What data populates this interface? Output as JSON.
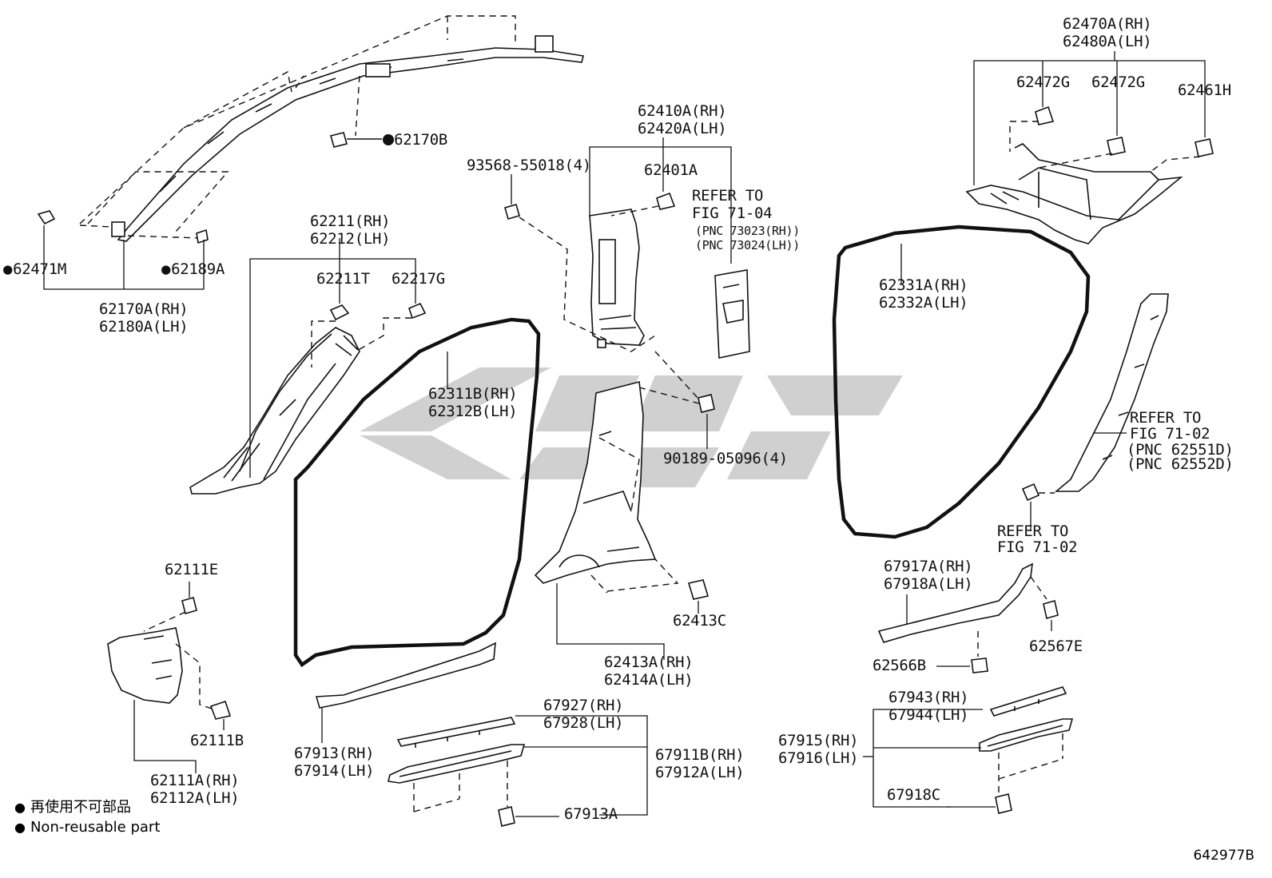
{
  "labels": {
    "l_62170B": "62170B",
    "l_62471M": "62471M",
    "l_62189A": "62189A",
    "l_62170A_rh": "62170A(RH)",
    "l_62180A_lh": "62180A(LH)",
    "l_62211_rh": "62211(RH)",
    "l_62212_lh": "62212(LH)",
    "l_62211T": "62211T",
    "l_62217G": "62217G",
    "l_93568": "93568-55018(4)",
    "l_62410A_rh": "62410A(RH)",
    "l_62420A_lh": "62420A(LH)",
    "l_62401A": "62401A",
    "l_refer_7104": "REFER TO",
    "l_fig_7104": "FIG 71-04",
    "l_pnc_73023": "(PNC 73023(RH))",
    "l_pnc_73024": "(PNC 73024(LH))",
    "l_62311B_rh": "62311B(RH)",
    "l_62312B_lh": "62312B(LH)",
    "l_90189": "90189-05096(4)",
    "l_62331A_rh": "62331A(RH)",
    "l_62332A_lh": "62332A(LH)",
    "l_62470A_rh": "62470A(RH)",
    "l_62480A_lh": "62480A(LH)",
    "l_62472G_a": "62472G",
    "l_62472G_b": "62472G",
    "l_62461H": "62461H",
    "l_refer_7102a": "REFER TO",
    "l_fig_7102a": "FIG 71-02",
    "l_pnc_62551D": "(PNC 62551D)",
    "l_pnc_62552D": "(PNC 62552D)",
    "l_refer_7102b": "REFER TO",
    "l_fig_7102b": "FIG 71-02",
    "l_62111E": "62111E",
    "l_62111B": "62111B",
    "l_62111A_rh": "62111A(RH)",
    "l_62112A_lh": "62112A(LH)",
    "l_62413C": "62413C",
    "l_62413A_rh": "62413A(RH)",
    "l_62414A_lh": "62414A(LH)",
    "l_67913_rh": "67913(RH)",
    "l_67914_lh": "67914(LH)",
    "l_67927_rh": "67927(RH)",
    "l_67928_lh": "67928(LH)",
    "l_67911B_rh": "67911B(RH)",
    "l_67912A_lh": "67912A(LH)",
    "l_67913A": "67913A",
    "l_67917A_rh": "67917A(RH)",
    "l_67918A_lh": "67918A(LH)",
    "l_62567E": "62567E",
    "l_62566B": "62566B",
    "l_67943_rh": "67943(RH)",
    "l_67944_lh": "67944(LH)",
    "l_67915_rh": "67915(RH)",
    "l_67916_lh": "67916(LH)",
    "l_67918C": "67918C"
  },
  "legend": {
    "jp": "再使用不可部品",
    "en": "Non-reusable part",
    "bullet": "●"
  },
  "figure_id": "642977B",
  "colors": {
    "line": "#111111",
    "watermark": "#c8c8c8",
    "background": "#ffffff"
  }
}
